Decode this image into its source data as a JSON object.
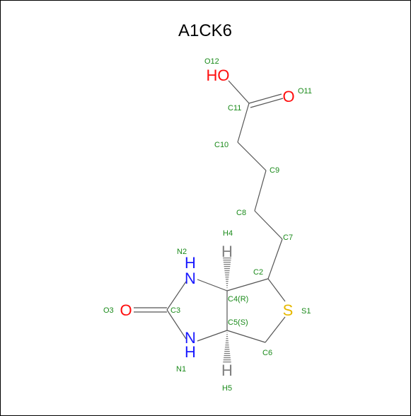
{
  "title": "A1CK6",
  "colors": {
    "label": "#1a8a1a",
    "oxygen": "#ff0d0d",
    "nitrogen": "#1a1aff",
    "sulfur": "#e6b800",
    "hydrogen": "#808080",
    "bond": "#555555"
  },
  "elements": {
    "hydroxyl": "HO",
    "carbonyl_o11": "O",
    "urea_o3": "O",
    "nitrogen_n1": "N",
    "nitrogen_n2": "N",
    "hydrogen_n1": "H",
    "hydrogen_n2": "H",
    "hydrogen_h4": "H",
    "hydrogen_h5": "H",
    "sulfur": "S"
  },
  "labels": {
    "O12": "O12",
    "O11": "O11",
    "C11": "C11",
    "C10": "C10",
    "C9": "C9",
    "C8": "C8",
    "C7": "C7",
    "H4": "H4",
    "N2": "N2",
    "C2": "C2",
    "O3": "O3",
    "C3": "C3",
    "C4": "C4(R)",
    "S1": "S1",
    "C5": "C5(S)",
    "C6": "C6",
    "N1": "N1",
    "H5": "H5"
  }
}
